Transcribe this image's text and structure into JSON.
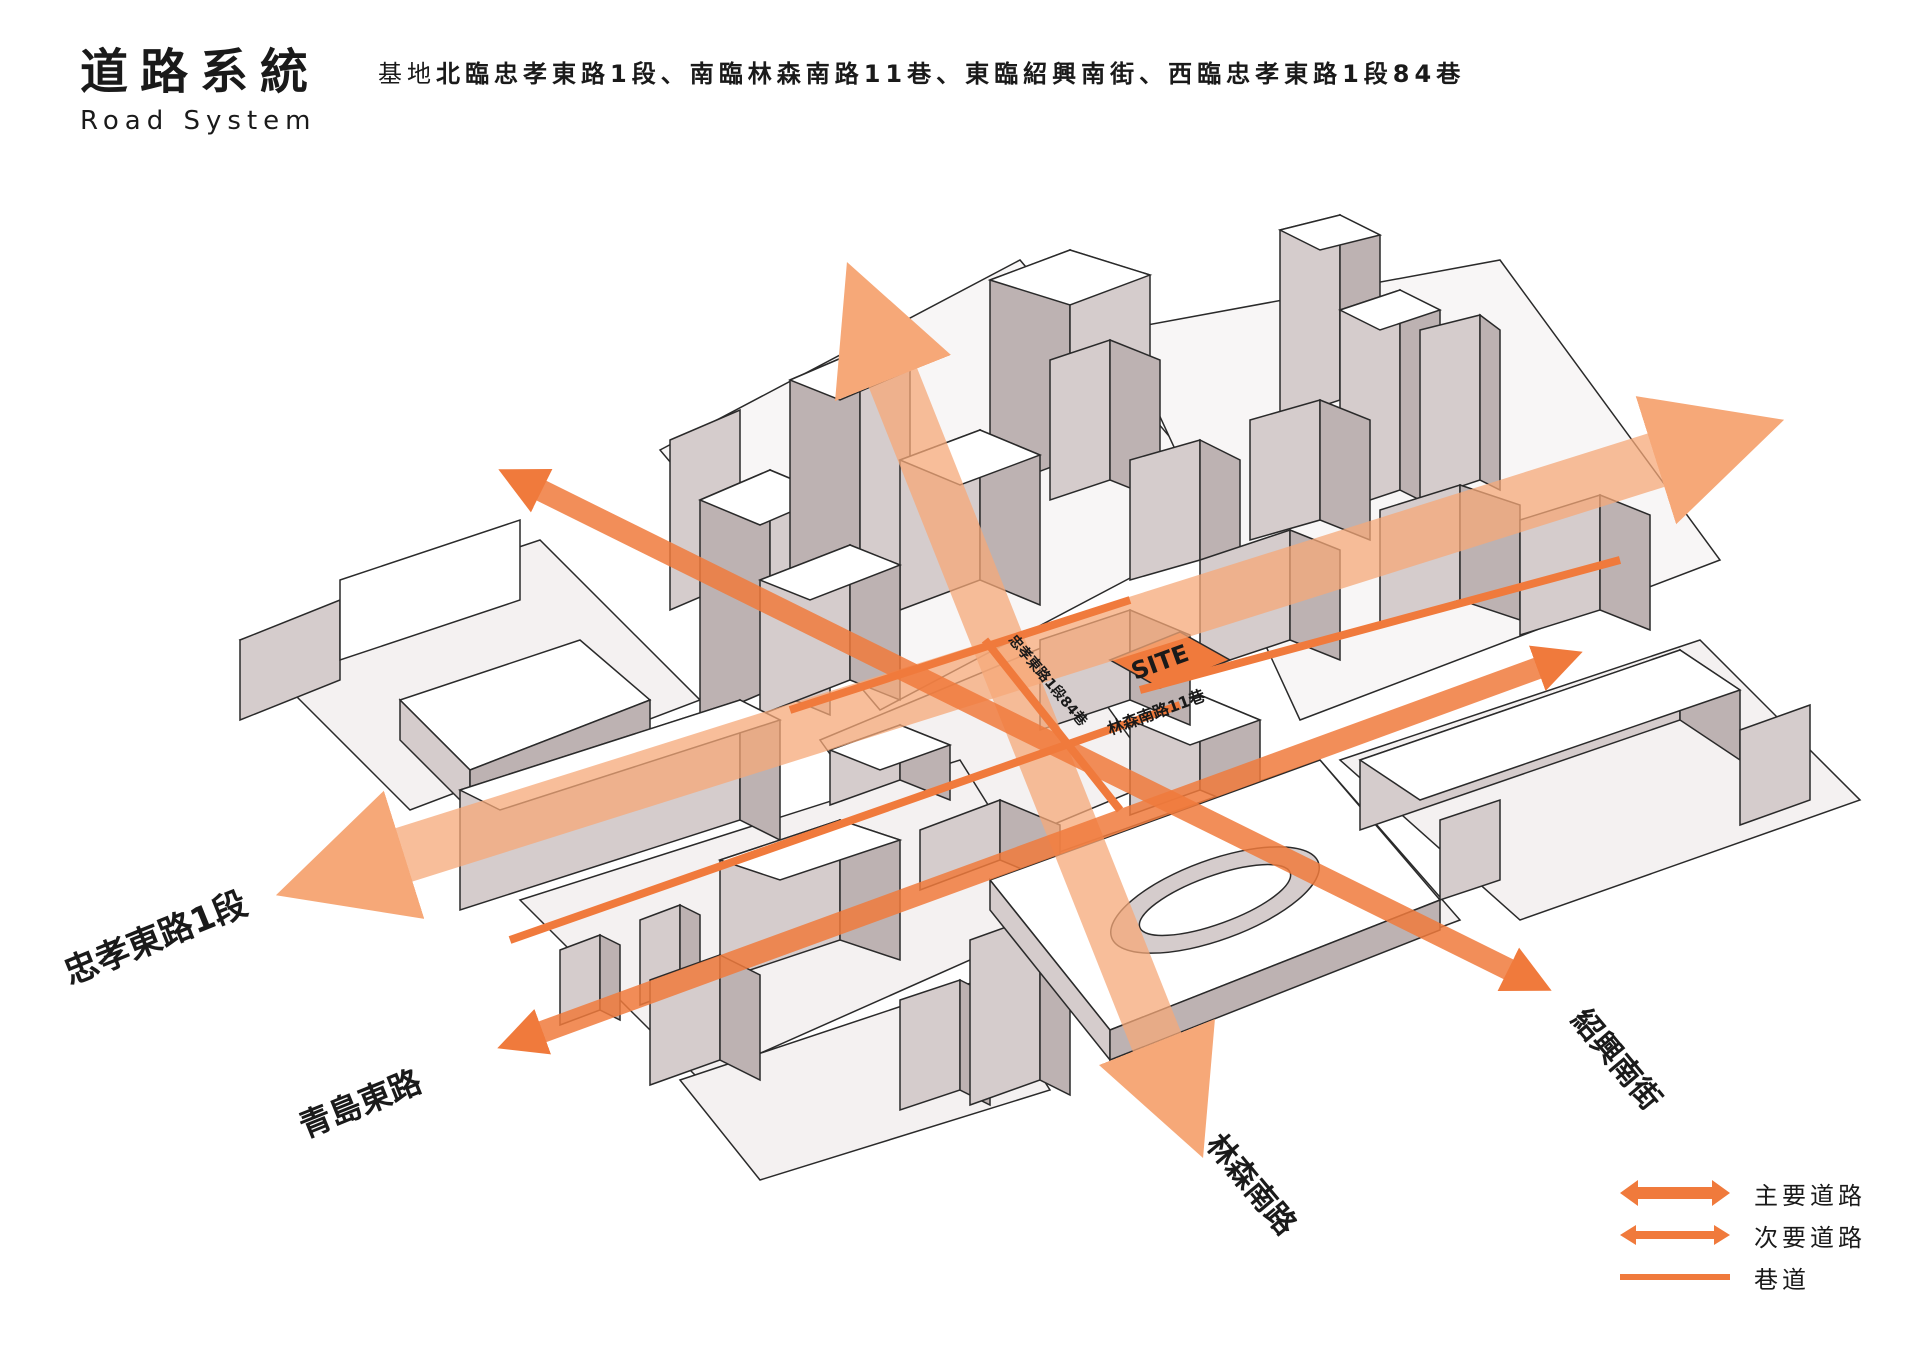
{
  "header": {
    "title_zh": "道路系統",
    "title_en": "Road System",
    "subtitle_lead": "基地",
    "subtitle": "北臨忠孝東路1段、南臨林森南路11巷、東臨紹興南街、西臨忠孝東路1段84巷"
  },
  "roads": {
    "zhongxiao": "忠孝東路1段",
    "qingdao": "青島東路",
    "linsen": "林森南路",
    "shaoxing": "紹興南街",
    "lane84": "忠孝東路1段84巷",
    "lane11": "林森南路11巷"
  },
  "site_label": "SITE",
  "legend": {
    "main": "主要道路",
    "secondary": "次要道路",
    "lane": "巷道"
  },
  "colors": {
    "road_main": "#f07a3c",
    "road_light": "#f6a878",
    "building_top": "#ffffff",
    "building_side": "#d5cccc",
    "building_dark": "#bdb2b2",
    "outline": "#2a2a2a"
  }
}
